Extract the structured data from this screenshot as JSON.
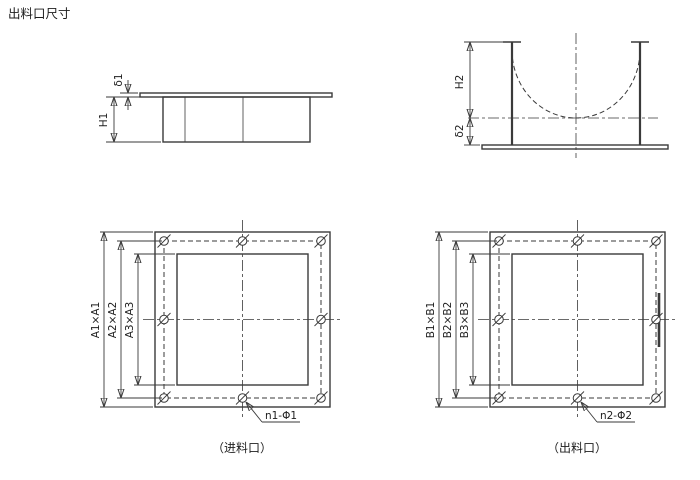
{
  "title": "出料口尺寸",
  "inlet_side": {
    "delta1": "δ1",
    "h1": "H1"
  },
  "outlet_side": {
    "h2": "H2",
    "delta2": "δ2"
  },
  "inlet_plan": {
    "a1": "A1×A1",
    "a2": "A2×A2",
    "a3": "A3×A3",
    "holes": "n1-Φ1",
    "caption": "（进料口）"
  },
  "outlet_plan": {
    "b1": "B1×B1",
    "b2": "B2×B2",
    "b3": "B3×B3",
    "holes": "n2-Φ2",
    "caption": "（出料口）"
  },
  "colors": {
    "line": "#3a3a3a",
    "background": "#ffffff",
    "text": "#1d1d1d"
  }
}
